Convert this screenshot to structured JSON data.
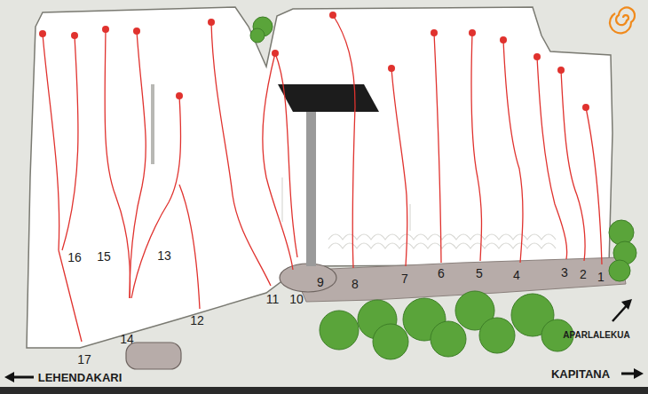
{
  "diagram": {
    "labels": [
      "16",
      "15",
      "13",
      "11",
      "10",
      "9",
      "8",
      "7",
      "6",
      "5",
      "4",
      "3",
      "2",
      "1",
      "12",
      "14",
      "17",
      "APARLALEKUA",
      "LEHENDAKARI",
      "KAPITANA"
    ]
  }
}
